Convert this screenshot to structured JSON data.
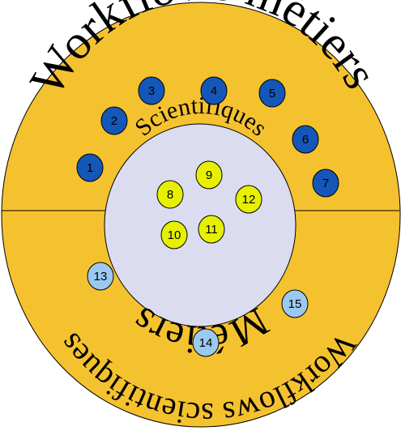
{
  "arcs": {
    "outer_top": "Workflows métiers",
    "outer_bottom": "Workflows scientifiques",
    "inner_top": "Scientifiques",
    "inner_bottom": "Métiers"
  },
  "colors": {
    "outer_fill": "#f5c22f",
    "inner_fill": "#dcdcf0",
    "business_node": "#1457b8",
    "science_node": "#e6f000",
    "scientific_workflow_node": "#9cc9f0",
    "outline": "#000000"
  },
  "nodes": {
    "n1": "1",
    "n2": "2",
    "n3": "3",
    "n4": "4",
    "n5": "5",
    "n6": "6",
    "n7": "7",
    "n8": "8",
    "n9": "9",
    "n10": "10",
    "n11": "11",
    "n12": "12",
    "n13": "13",
    "n14": "14",
    "n15": "15"
  }
}
